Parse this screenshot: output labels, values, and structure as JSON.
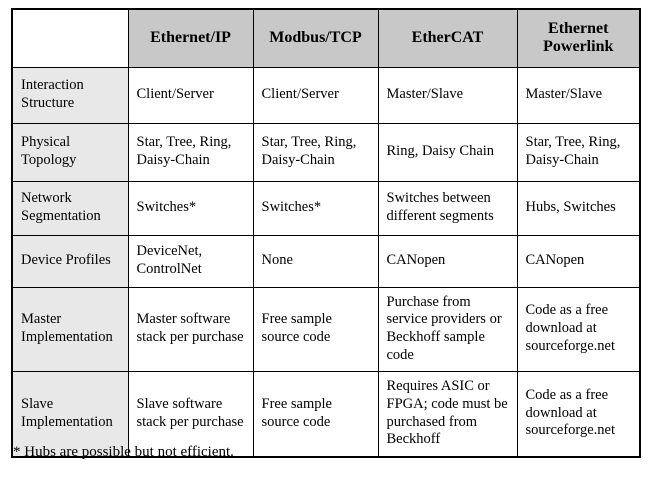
{
  "table": {
    "corner_label": "",
    "columns": [
      {
        "key": "label",
        "header": ""
      },
      {
        "key": "ethernet_ip",
        "header": "Ethernet/IP"
      },
      {
        "key": "modbus_tcp",
        "header": "Modbus/TCP"
      },
      {
        "key": "ethercat",
        "header": "EtherCAT"
      },
      {
        "key": "ethernet_powerlink",
        "header": "Ethernet Powerlink"
      }
    ],
    "rows": [
      {
        "label": "Interaction Structure",
        "ethernet_ip": "Client/Server",
        "modbus_tcp": "Client/Server",
        "ethercat": "Master/Slave",
        "ethernet_powerlink": "Master/Slave"
      },
      {
        "label": "Physical Topology",
        "ethernet_ip": "Star, Tree, Ring, Daisy-Chain",
        "modbus_tcp": "Star, Tree, Ring, Daisy-Chain",
        "ethercat": "Ring, Daisy Chain",
        "ethernet_powerlink": "Star, Tree, Ring, Daisy-Chain"
      },
      {
        "label": "Network Segmentation",
        "ethernet_ip": "Switches*",
        "modbus_tcp": "Switches*",
        "ethercat": "Switches between different segments",
        "ethernet_powerlink": "Hubs, Switches"
      },
      {
        "label": "Device Profiles",
        "ethernet_ip": "DeviceNet, ControlNet",
        "modbus_tcp": "None",
        "ethercat": "CANopen",
        "ethernet_powerlink": "CANopen"
      },
      {
        "label": "Master Implementation",
        "ethernet_ip": "Master software stack per purchase",
        "modbus_tcp": "Free sample source code",
        "ethercat": "Purchase from service providers or Beckhoff sample code",
        "ethernet_powerlink": "Code as a free download at sourceforge.net"
      },
      {
        "label": "Slave Implementation",
        "ethernet_ip": "Slave software stack per purchase",
        "modbus_tcp": "Free sample source code",
        "ethercat": "Requires ASIC or FPGA; code must be purchased from Beckhoff",
        "ethernet_powerlink": "Code as a free download at sourceforge.net"
      }
    ],
    "footnote": "* Hubs are possible but not efficient."
  },
  "colors": {
    "header_fill": "#c8c8c8",
    "label_fill": "#e8e8e8",
    "border": "#000000",
    "page_background": "#ffffff",
    "text": "#000000"
  }
}
